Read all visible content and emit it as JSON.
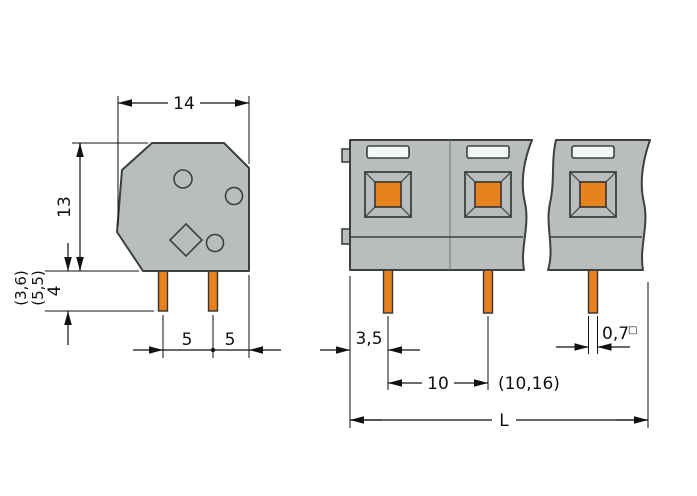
{
  "drawing": {
    "colors": {
      "housing_gray": "#b9bdbd",
      "outline": "#3c4040",
      "pin_orange": "#e8821e",
      "dimension_black": "#111111",
      "background": "#ffffff"
    },
    "side_view": {
      "dim_overall_width": "14",
      "dim_overall_height": "13",
      "dim_pin_length": "4",
      "dim_pin_length_alt_1": "(3,6)",
      "dim_pin_length_alt_2": "(5,5)",
      "dim_pin_spacing_left": "5",
      "dim_pin_spacing_right": "5"
    },
    "front_view": {
      "dim_edge_to_first_pin": "3,5",
      "dim_pole_pitch": "10",
      "dim_pole_pitch_alt": "(10,16)",
      "dim_pin_cross_section": "0,7",
      "dim_pin_cross_section_unit": "□",
      "dim_overall_length": "L"
    }
  }
}
